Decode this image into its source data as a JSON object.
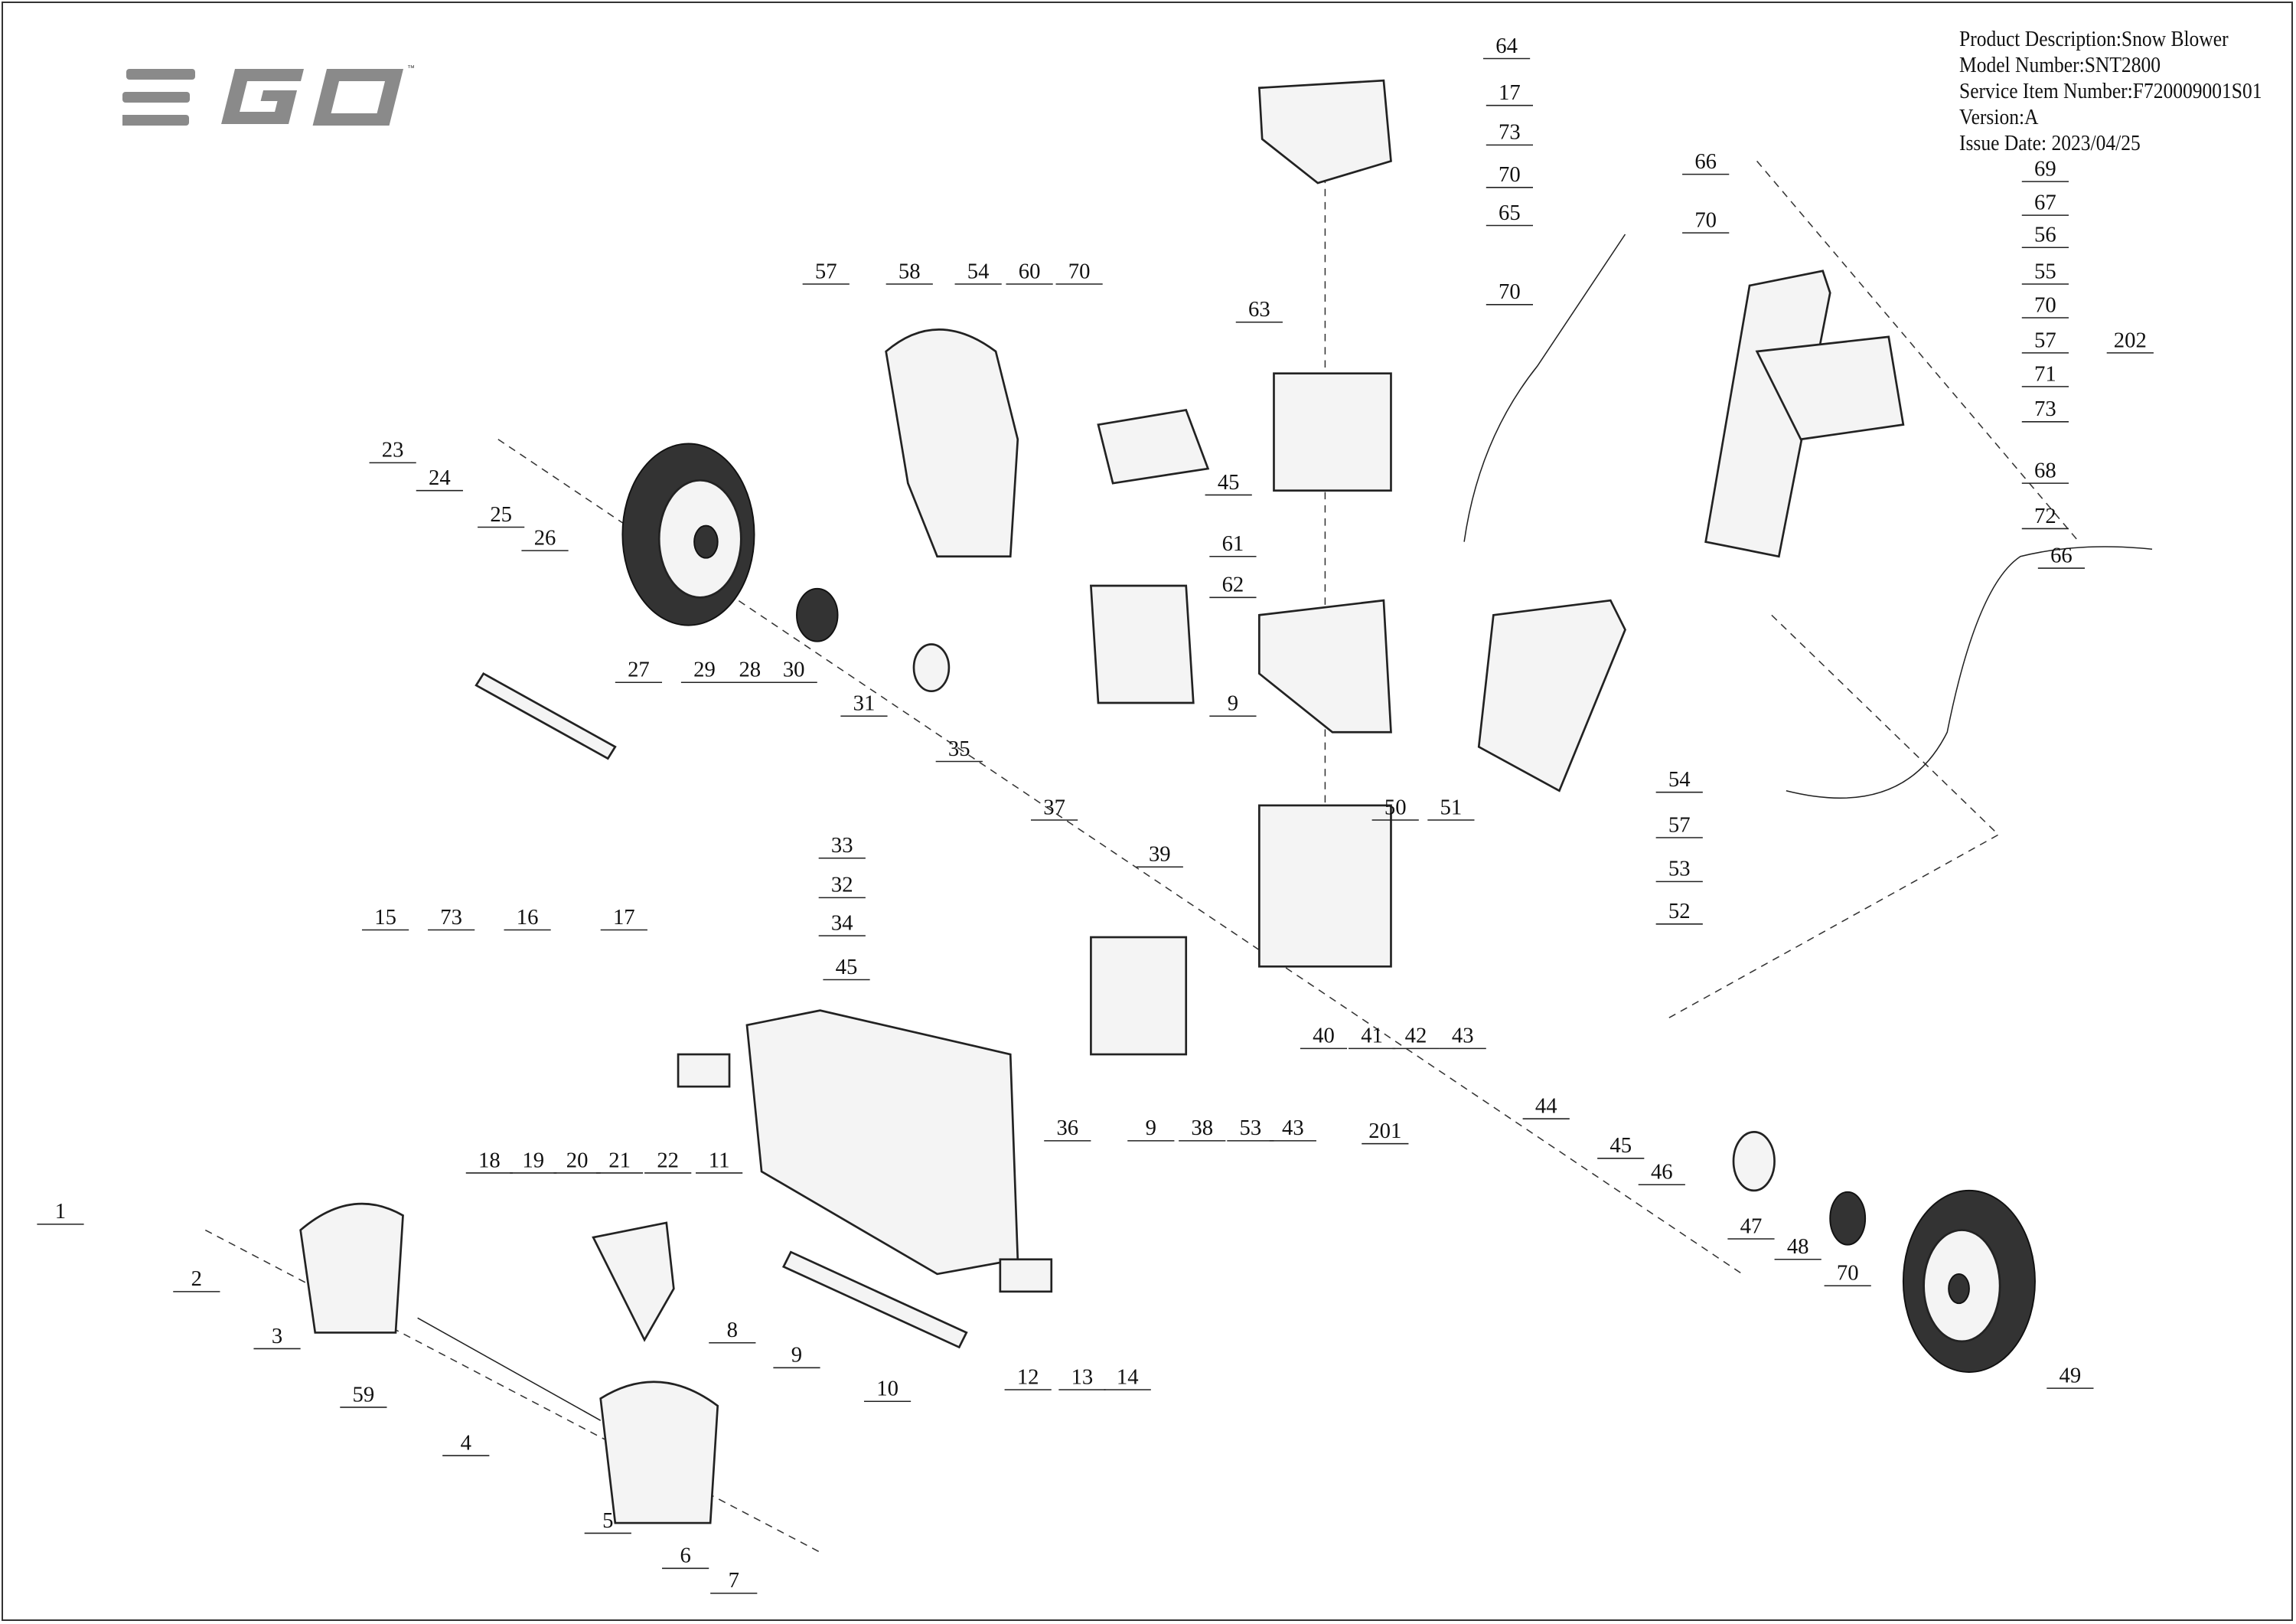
{
  "logo": {
    "text": "EGO",
    "trademark": "TM"
  },
  "info": {
    "product_description": "Product Description:Snow Blower",
    "model_number": "Model Number:SNT2800",
    "service_item_number": "Service Item Number:F720009001S01",
    "version": "Version:A",
    "issue_date": "Issue Date: 2023/04/25"
  },
  "callouts": [
    "64",
    "17",
    "73",
    "70",
    "65",
    "70",
    "63",
    "57",
    "58",
    "54",
    "60",
    "70",
    "23",
    "24",
    "25",
    "26",
    "45",
    "61",
    "62",
    "9",
    "27",
    "29",
    "28",
    "30",
    "31",
    "35",
    "37",
    "39",
    "50",
    "51",
    "66",
    "70",
    "69",
    "67",
    "56",
    "55",
    "70",
    "57",
    "202",
    "71",
    "73",
    "68",
    "72",
    "66",
    "54",
    "57",
    "53",
    "52",
    "33",
    "32",
    "34",
    "45",
    "15",
    "73",
    "16",
    "17",
    "40",
    "41",
    "42",
    "43",
    "201",
    "36",
    "9",
    "38",
    "53",
    "43",
    "44",
    "45",
    "46",
    "47",
    "48",
    "70",
    "49",
    "1",
    "2",
    "3",
    "18",
    "19",
    "20",
    "21",
    "22",
    "11",
    "8",
    "9",
    "59",
    "10",
    "12",
    "13",
    "14",
    "4",
    "5",
    "6",
    "7"
  ]
}
